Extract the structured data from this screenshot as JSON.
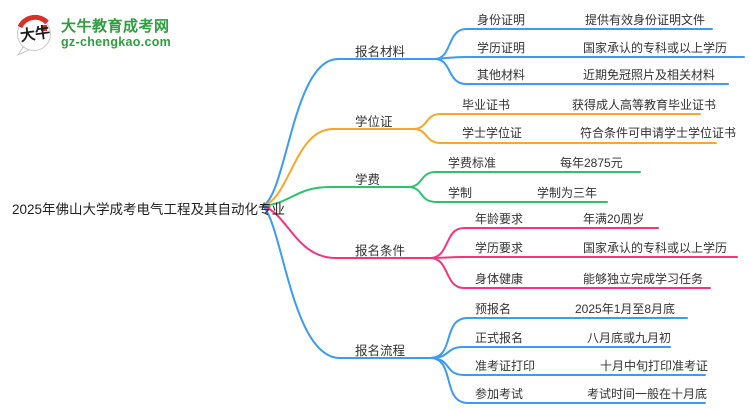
{
  "logo": {
    "icon_text": "大牛",
    "site_name": "大牛教育成考网",
    "site_url": "gz-chengkao.com",
    "brand_green": "#2f9e41",
    "seal_red": "#d93025"
  },
  "root": {
    "label": "2025年佛山大学成考电气工程及其自动化专业"
  },
  "colors": {
    "blue": "#3b9bf5",
    "orange": "#f9a62a",
    "green": "#2bc36e",
    "pink": "#f5347d"
  },
  "branches": [
    {
      "label": "报名材料",
      "color": "#3b9bf5",
      "children": [
        {
          "label": "身份证明",
          "desc": "提供有效身份证明文件"
        },
        {
          "label": "学历证明",
          "desc": "国家承认的专科或以上学历"
        },
        {
          "label": "其他材料",
          "desc": "近期免冠照片及相关材料"
        }
      ]
    },
    {
      "label": "学位证",
      "color": "#f9a62a",
      "children": [
        {
          "label": "毕业证书",
          "desc": "获得成人高等教育毕业证书"
        },
        {
          "label": "学士学位证",
          "desc": "符合条件可申请学士学位证书"
        }
      ]
    },
    {
      "label": "学费",
      "color": "#2bc36e",
      "children": [
        {
          "label": "学费标准",
          "desc": "每年2875元"
        },
        {
          "label": "学制",
          "desc": "学制为三年"
        }
      ]
    },
    {
      "label": "报名条件",
      "color": "#f5347d",
      "children": [
        {
          "label": "年龄要求",
          "desc": "年满20周岁"
        },
        {
          "label": "学历要求",
          "desc": "国家承认的专科或以上学历"
        },
        {
          "label": "身体健康",
          "desc": "能够独立完成学习任务"
        }
      ]
    },
    {
      "label": "报名流程",
      "color": "#3b9bf5",
      "children": [
        {
          "label": "预报名",
          "desc": "2025年1月至8月底"
        },
        {
          "label": "正式报名",
          "desc": "八月底或九月初"
        },
        {
          "label": "准考证打印",
          "desc": "十月中旬打印准考证"
        },
        {
          "label": "参加考试",
          "desc": "考试时间一般在十月底"
        }
      ]
    }
  ]
}
